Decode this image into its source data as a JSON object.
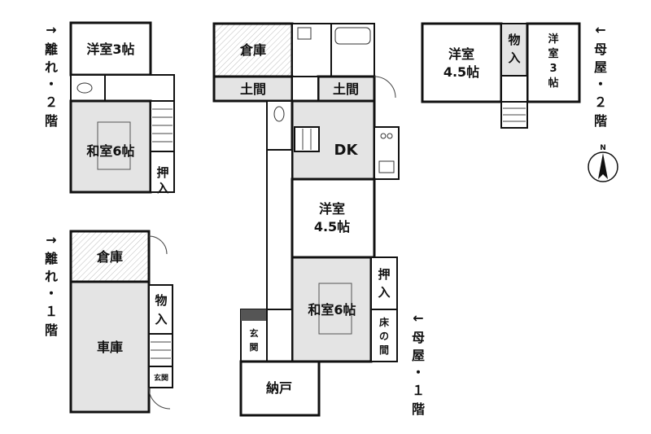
{
  "side_labels": {
    "annex_2f": [
      "→",
      "離",
      "れ",
      "・",
      "２",
      "階"
    ],
    "annex_1f": [
      "→",
      "離",
      "れ",
      "・",
      "１",
      "階"
    ],
    "main_2f": [
      "←",
      "母",
      "屋",
      "・",
      "２",
      "階"
    ],
    "main_1f": [
      "←",
      "母",
      "屋",
      "・",
      "１",
      "階"
    ]
  },
  "rooms": {
    "annex2_yoshitsu3": "洋室3帖",
    "annex2_washitsu6": "和室6帖",
    "annex2_oshiire": [
      "押",
      "入"
    ],
    "annex1_soko": "倉庫",
    "annex1_shako": "車庫",
    "annex1_monoire": [
      "物",
      "入"
    ],
    "annex1_genkan": "玄関",
    "main1_soko": "倉庫",
    "main1_doma_left": "土間",
    "main1_doma_right": "土間",
    "main1_dk": "DK",
    "main1_yoshitsu45": [
      "洋室",
      "4.5帖"
    ],
    "main1_washitsu6": "和室6帖",
    "main1_oshiire": [
      "押",
      "入"
    ],
    "main1_tokonoma": [
      "床",
      "の",
      "間"
    ],
    "main1_genkan": [
      "玄",
      "関"
    ],
    "main1_nando": "納戸",
    "main2_yoshitsu45": [
      "洋室",
      "4.5帖"
    ],
    "main2_monoire": [
      "物",
      "入"
    ],
    "main2_yoshitsu3": [
      "洋",
      "室",
      "3",
      "帖"
    ]
  },
  "compass": {
    "letter": "N"
  }
}
